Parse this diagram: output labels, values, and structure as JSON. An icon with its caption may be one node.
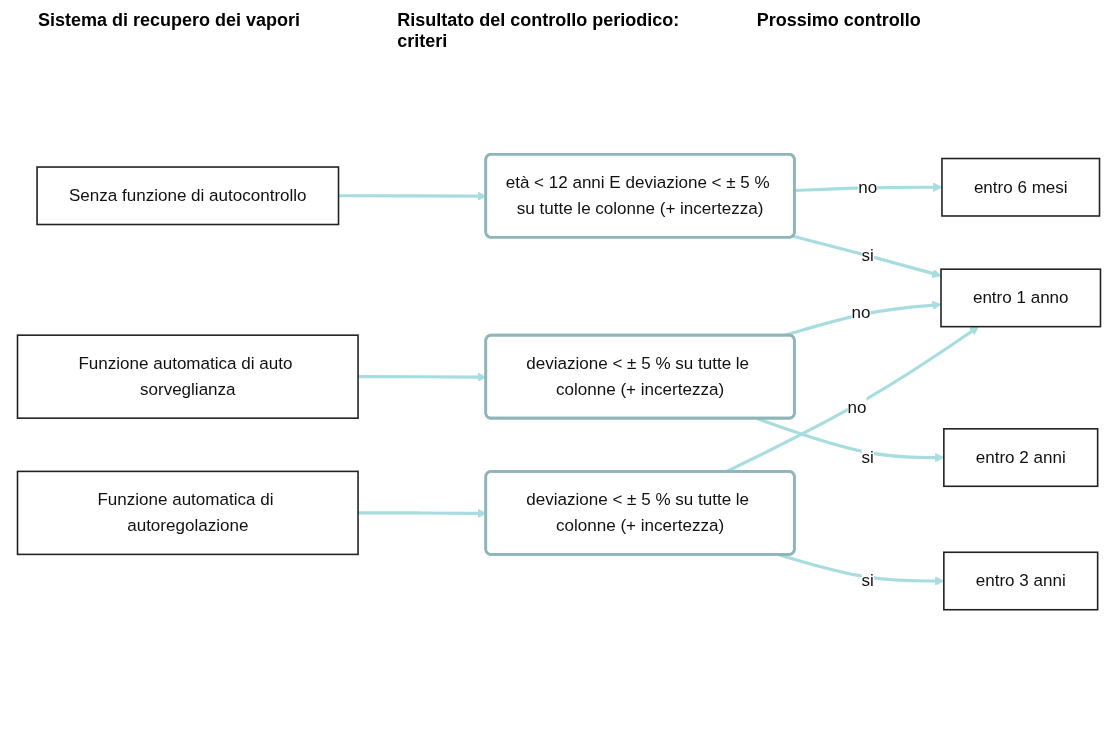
{
  "diagram": {
    "nodes": [
      {
        "text": [
          "Senza funzione di autocontrollo"
        ]
      },
      {
        "text": [
          "Funzione automatica di auto sorveglianza"
        ]
      },
      {
        "text": [
          "Funzione automatica di autoregolazione"
        ]
      },
      {
        "text": [
          "età < 12 anni E deviazione < ± 5 % su tutte le colonne (+ incertezza)"
        ]
      },
      {
        "text": [
          "deviazione < ± 5 % su tutte le colonne (+ incertezza)"
        ]
      },
      {
        "text": [
          "deviazione < ± 5 % su tutte le colonne (+ incertezza)"
        ]
      },
      {
        "text": [
          "entro 6 mesi"
        ]
      },
      {
        "text": [
          "entro 1 anno"
        ]
      },
      {
        "text": [
          "entro 2 anni"
        ]
      },
      {
        "text": [
          "entro 3 anni"
        ]
      }
    ],
    "edges": [
      {
        "from": 0,
        "to": 3,
        "arrow": "to"
      },
      {
        "from": 1,
        "to": 4,
        "arrow": "to"
      },
      {
        "from": 2,
        "to": 5,
        "arrow": "to"
      },
      {
        "from": 3,
        "to": 6,
        "arrow": "to",
        "label": "no"
      },
      {
        "from": 3,
        "to": 7,
        "arrow": "to",
        "label": "si"
      },
      {
        "from": 4,
        "to": 7,
        "arrow": "to",
        "label": "no"
      },
      {
        "from": 4,
        "to": 8,
        "arrow": "to",
        "label": "si"
      },
      {
        "from": 5,
        "to": 7,
        "arrow": "to",
        "label": "no"
      },
      {
        "from": 5,
        "to": 9,
        "arrow": "to",
        "label": "si"
      }
    ],
    "labels": [
      "Sistema di recupero dei vapori",
      "Risultato del controllo periodico: criteri",
      "Prossimo controllo"
    ]
  }
}
